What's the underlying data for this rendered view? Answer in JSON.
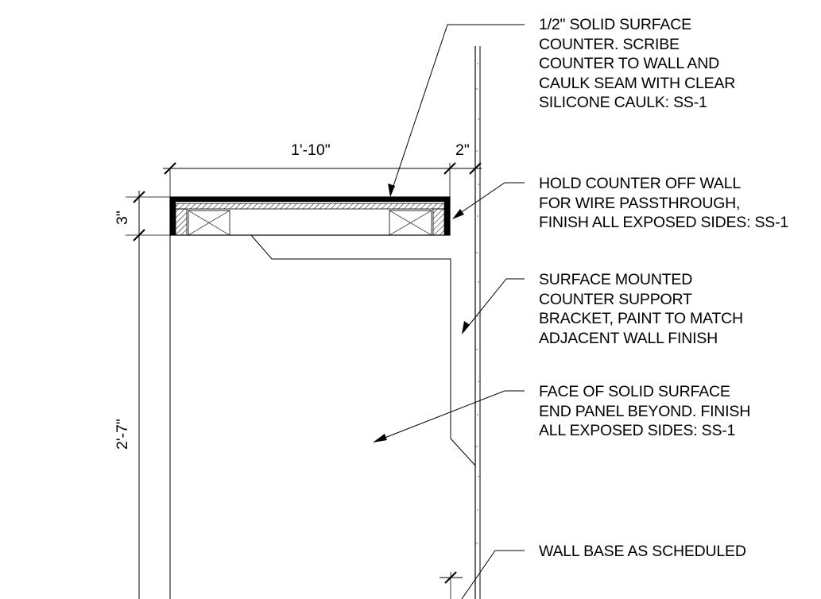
{
  "dimensions": {
    "width_label": "1'-10\"",
    "gap_label": "2\"",
    "thickness_label": "3\"",
    "height_label": "2'-7\""
  },
  "notes": [
    {
      "lines": [
        "1/2\" SOLID SURFACE",
        "COUNTER. SCRIBE",
        "COUNTER TO WALL AND",
        "CAULK SEAM WITH CLEAR",
        "SILICONE CAULK: SS-1"
      ]
    },
    {
      "lines": [
        "HOLD COUNTER OFF WALL",
        "FOR WIRE PASSTHROUGH,",
        "FINISH ALL EXPOSED SIDES: SS-1"
      ]
    },
    {
      "lines": [
        "SURFACE MOUNTED",
        "COUNTER SUPPORT",
        "BRACKET, PAINT TO MATCH",
        "ADJACENT WALL FINISH"
      ]
    },
    {
      "lines": [
        "FACE OF SOLID SURFACE",
        "END PANEL BEYOND. FINISH",
        "ALL EXPOSED SIDES:  SS-1"
      ]
    },
    {
      "lines": [
        "WALL BASE AS SCHEDULED"
      ]
    }
  ]
}
